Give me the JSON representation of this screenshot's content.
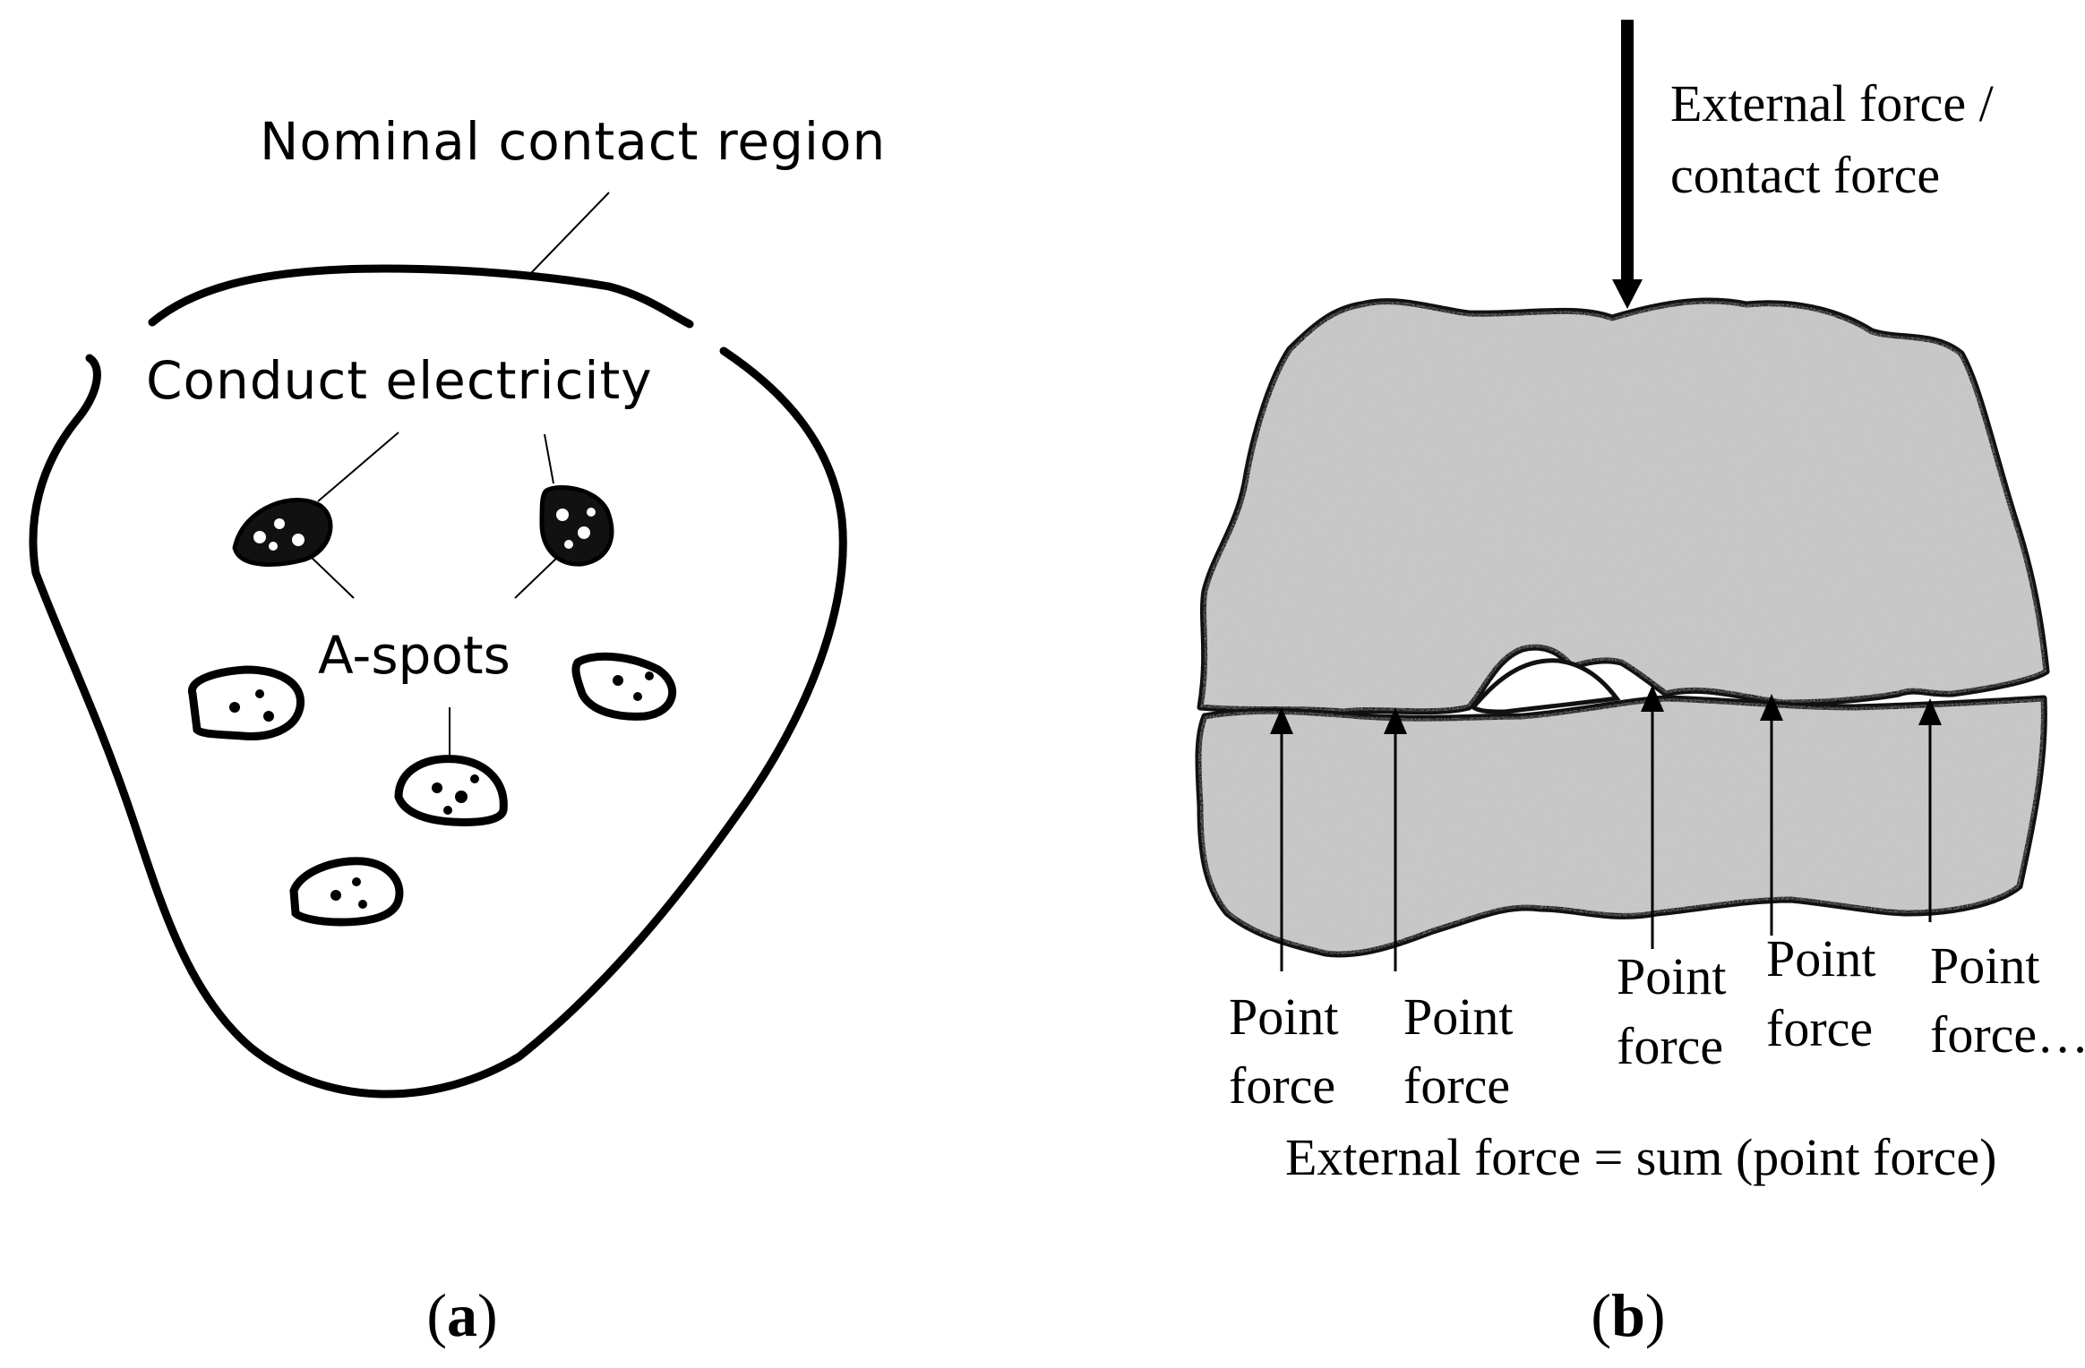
{
  "panel_a": {
    "nominal_label": "Nominal contact region",
    "conduct_label": "Conduct electricity",
    "aspots_label": "A-spots",
    "caption_letter": "a"
  },
  "panel_b": {
    "external_force_line1": "External force /",
    "external_force_line2": "contact force",
    "point_forces": [
      {
        "line1": "Point",
        "line2": "force"
      },
      {
        "line1": "Point",
        "line2": "force"
      },
      {
        "line1": "Point",
        "line2": "force"
      },
      {
        "line1": "Point",
        "line2": "force"
      },
      {
        "line1": "Point",
        "line2": "force…"
      }
    ],
    "sum_label": "External force = sum (point force)",
    "caption_letter": "b"
  }
}
